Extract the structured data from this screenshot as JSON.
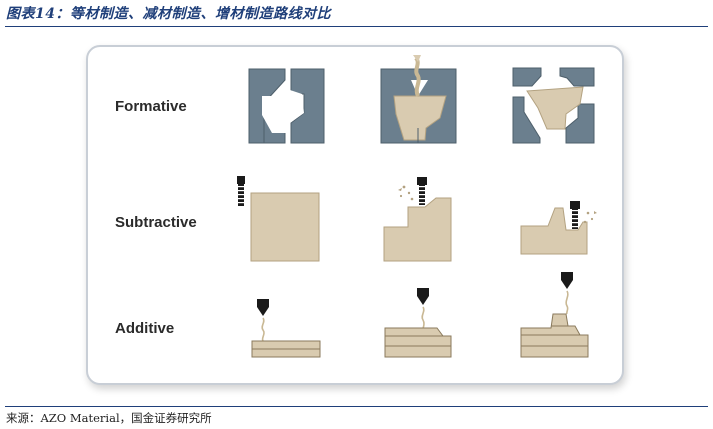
{
  "figure": {
    "title": "图表14：等材制造、减材制造、增材制造路线对比",
    "source": "来源：AZO Material，国金证券研究所"
  },
  "rows": [
    {
      "id": "formative",
      "label": "Formative"
    },
    {
      "id": "subtractive",
      "label": "Subtractive"
    },
    {
      "id": "additive",
      "label": "Additive"
    }
  ],
  "colors": {
    "mold": "#6b7f8e",
    "mold_edge": "#4e5f6b",
    "material": "#d9cbb0",
    "material_edge": "#b3a281",
    "tool": "#1a1a1a",
    "title": "#1f3f7a"
  }
}
